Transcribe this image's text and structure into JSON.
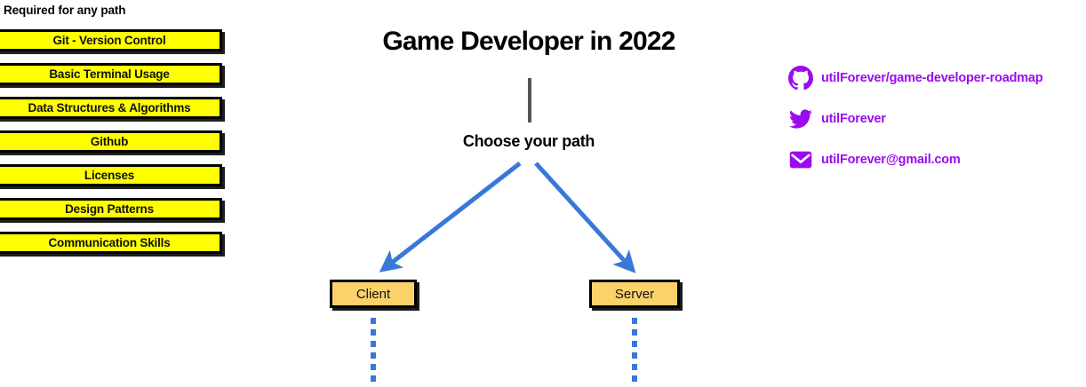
{
  "required_section": {
    "heading": "Required for any path",
    "items": [
      {
        "label": "Git - Version Control"
      },
      {
        "label": "Basic Terminal Usage"
      },
      {
        "label": "Data Structures & Algorithms"
      },
      {
        "label": "Github"
      },
      {
        "label": "Licenses"
      },
      {
        "label": "Design Patterns"
      },
      {
        "label": "Communication Skills"
      }
    ]
  },
  "flow": {
    "title": "Game Developer in 2022",
    "choose_label": "Choose your path",
    "nodes": [
      {
        "label": "Client"
      },
      {
        "label": "Server"
      }
    ]
  },
  "contact": {
    "links": [
      {
        "icon": "github-icon",
        "text": "utilForever/game-developer-roadmap"
      },
      {
        "icon": "twitter-icon",
        "text": "utilForever"
      },
      {
        "icon": "email-icon",
        "text": "utilForever@gmail.com"
      }
    ]
  },
  "colors": {
    "required_box_fill": "#FFFF00",
    "node_fill": "#FBD26A",
    "arrow_blue": "#3878D8",
    "connector_gray": "#555555",
    "contact_purple": "#9B0BEF",
    "border_black": "#000000",
    "background": "#FFFFFF"
  }
}
